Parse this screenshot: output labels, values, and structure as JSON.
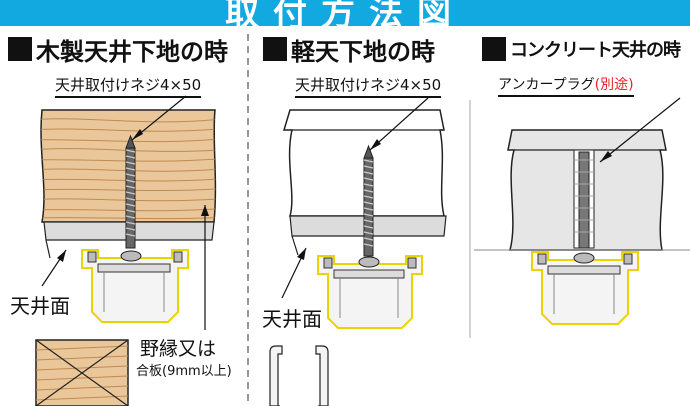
{
  "banner": {
    "title": "取付方法図"
  },
  "sections": {
    "wood": {
      "title": "木製天井下地の時"
    },
    "steel": {
      "title": "軽天下地の時"
    },
    "concrete": {
      "title": "コンクリート天井の時"
    }
  },
  "labels": {
    "wood_screw": "天井取付けネジ4×50",
    "steel_screw": "天井取付けネジ4×50",
    "anchor_plug": "アンカープラグ",
    "anchor_note": "(別途)",
    "ceiling_face_wood": "天井面",
    "ceiling_face_steel": "天井面",
    "furring": "野縁又は",
    "plywood": "合板(9mm以上)"
  },
  "colors": {
    "banner": "#12a8e0",
    "wood": "#e9c79a",
    "wood_grain": "#c08a52",
    "panel": "#d9d9d9",
    "concrete": "#e6e6e6",
    "rail_outline": "#e8d400",
    "note_red": "#e8242a"
  }
}
